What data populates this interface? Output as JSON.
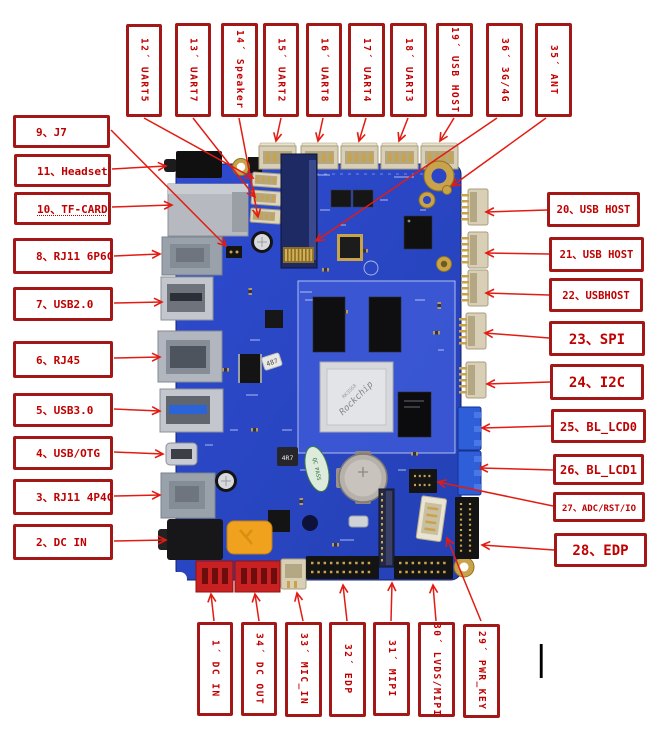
{
  "labels": {
    "top": [
      {
        "text": "12´ UART5"
      },
      {
        "text": "13´ UART7"
      },
      {
        "text": "14´ Speaker"
      },
      {
        "text": "15´ UART2"
      },
      {
        "text": "16´ UART8"
      },
      {
        "text": "17´ UART4"
      },
      {
        "text": "18´ UART3"
      },
      {
        "text": "19´ USB HOST"
      },
      {
        "text": "36´ 3G/4G"
      },
      {
        "text": "35´ ANT"
      }
    ],
    "left": [
      {
        "text": "9、J7"
      },
      {
        "text": "11、Headset"
      },
      {
        "text": "10、TF-CARD"
      },
      {
        "text": "8、RJ11 6P6C"
      },
      {
        "text": "7、USB2.0"
      },
      {
        "text": "6、RJ45"
      },
      {
        "text": "5、USB3.0"
      },
      {
        "text": "4、USB/OTG"
      },
      {
        "text": "3、RJ11 4P4C"
      },
      {
        "text": "2、DC IN"
      }
    ],
    "right": [
      {
        "text": "20、USB HOST"
      },
      {
        "text": "21、USB HOST"
      },
      {
        "text": "22、USBHOST"
      },
      {
        "text": "23、SPI"
      },
      {
        "text": "24、I2C"
      },
      {
        "text": "25、BL_LCD0"
      },
      {
        "text": "26、BL_LCD1"
      },
      {
        "text": "27、ADC/RST/IO"
      },
      {
        "text": "28、EDP"
      }
    ],
    "bottom": [
      {
        "text": "1´ DC IN"
      },
      {
        "text": "34´ DC OUT"
      },
      {
        "text": "33´ MIC_IN"
      },
      {
        "text": "32´ EDP"
      },
      {
        "text": "31´ MIPI"
      },
      {
        "text": "30´ LVDS/MIPI"
      },
      {
        "text": "29´ PWR_KEY"
      }
    ]
  },
  "board": {
    "cpu_logo": "Rockchip",
    "cpu_model": "RK3568",
    "qc_sticker": "QC PASS",
    "inductor": "4R7",
    "sticker": "487"
  },
  "misc": {
    "text_cursor": "|"
  },
  "colors": {
    "callout_border": "#a31717",
    "callout_text": "#c00000",
    "arrow_red": "#e31b12",
    "pcb_blue": "#2a46c6"
  }
}
